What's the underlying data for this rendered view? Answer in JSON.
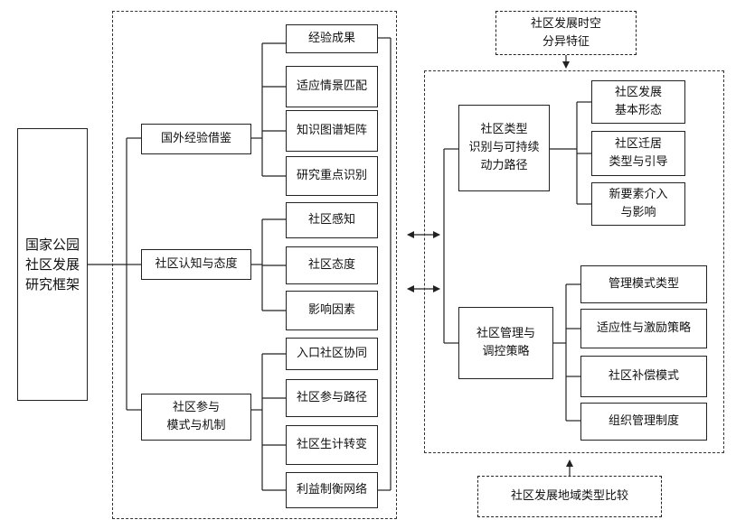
{
  "root": "国家公园\n社区发展\n研究框架",
  "left": {
    "foreign": {
      "label": "国外经验借鉴",
      "items": [
        "经验成果",
        "适应情景匹配",
        "知识图谱矩阵",
        "研究重点识别"
      ]
    },
    "cognition": {
      "label": "社区认知与态度",
      "items": [
        "社区感知",
        "社区态度",
        "影响因素"
      ]
    },
    "participation": {
      "label": "社区参与\n模式与机制",
      "items": [
        "入口社区协同",
        "社区参与路径",
        "社区生计转变",
        "利益制衡网络"
      ]
    }
  },
  "right": {
    "top_note": "社区发展时空\n分异特征",
    "bottom_note": "社区发展地域类型比较",
    "types": {
      "label": "社区类型\n识别与可持续\n动力路径",
      "items": [
        "社区发展\n基本形态",
        "社区迁居\n类型与引导",
        "新要素介入\n与影响"
      ]
    },
    "management": {
      "label": "社区管理与\n调控策略",
      "items": [
        "管理模式类型",
        "适应性与激励策略",
        "社区补偿模式",
        "组织管理制度"
      ]
    }
  }
}
